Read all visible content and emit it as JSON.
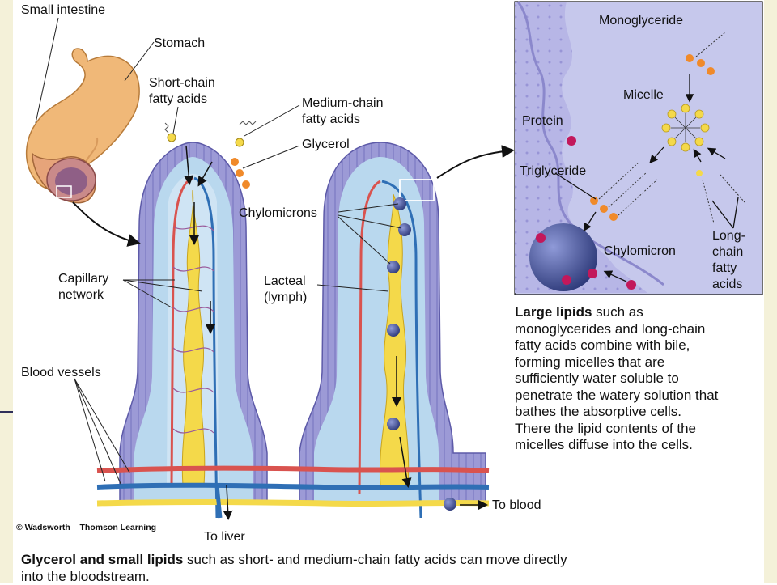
{
  "labels": {
    "small_intestine": "Small intestine",
    "stomach": "Stomach",
    "short_chain": [
      "Short-chain",
      "fatty acids"
    ],
    "medium_chain": [
      "Medium-chain",
      "fatty acids"
    ],
    "glycerol": "Glycerol",
    "chylomicrons": "Chylomicrons",
    "capillary_network": [
      "Capillary",
      "network"
    ],
    "lacteal": [
      "Lacteal",
      "(lymph)"
    ],
    "blood_vessels": "Blood vessels",
    "to_liver": "To liver",
    "to_blood": "To blood"
  },
  "inset": {
    "monoglyceride": "Monoglyceride",
    "micelle": "Micelle",
    "protein": "Protein",
    "triglyceride": "Triglyceride",
    "chylomicron": "Chylomicron",
    "long_chain": [
      "Long-",
      "chain",
      "fatty",
      "acids"
    ]
  },
  "large_caption": {
    "bold": "Large lipids",
    "lines": [
      " such as",
      "monoglycerides and long-chain",
      "fatty acids combine with bile,",
      "forming micelles that are",
      "sufficiently water soluble to",
      "penetrate the watery solution that",
      "bathes the absorptive cells.",
      "There the lipid contents of the",
      "micelles diffuse into the cells."
    ]
  },
  "credit": "© Wadsworth – Thomson Learning",
  "bottom_caption": {
    "bold": "Glycerol and small lipids",
    "rest": " such as short- and medium-chain fatty acids can move directly",
    "line2": "into the bloodstream."
  },
  "colors": {
    "villus_outer": "#8f8fd0",
    "villus_fill": "#b9d8ee",
    "lacteal": "#f4d94a",
    "artery": "#d9534f",
    "vein": "#2f6fb5",
    "chylo": "#3a4a8a",
    "orange": "#f08a2a",
    "stomach": "#f0b878",
    "inset_bg": "#c6c8ec"
  }
}
